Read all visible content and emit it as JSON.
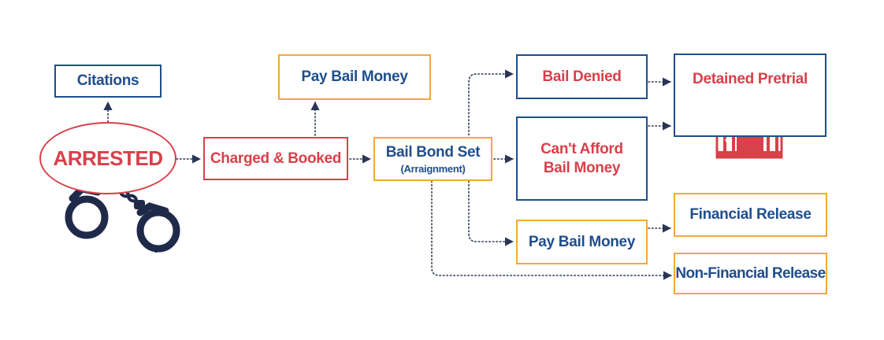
{
  "nodes": {
    "citations": "Citations",
    "arrested": "ARRESTED",
    "charged_booked": "Charged & Booked",
    "pay_bail_top": "Pay Bail Money",
    "bail_bond_set": "Bail Bond Set",
    "arraignment": "(Arraignment)",
    "bail_denied": "Bail Denied",
    "cant_afford": "Can't Afford Bail Money",
    "pay_bail_bottom": "Pay Bail Money",
    "detained_pretrial": "Detained Pretrial",
    "financial_release": "Financial Release",
    "non_financial_release": "Non-Financial Release"
  },
  "colors": {
    "blue": "#1f4e8c",
    "red": "#d8404a",
    "orange": "#f2a93b",
    "connector": "#2a3556"
  },
  "icons": [
    "handcuffs-icon",
    "jail-cell-icon"
  ]
}
